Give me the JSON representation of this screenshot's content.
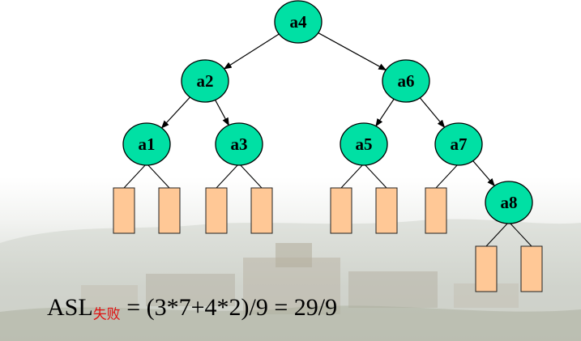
{
  "colors": {
    "node_fill": "#00e0a4",
    "node_stroke": "#000000",
    "leaf_fill": "#ffc896",
    "leaf_stroke": "#222222",
    "edge": "#000000",
    "subscript": "#e01010"
  },
  "tree": {
    "nodes": [
      {
        "id": "a4",
        "label": "a4"
      },
      {
        "id": "a2",
        "label": "a2"
      },
      {
        "id": "a6",
        "label": "a6"
      },
      {
        "id": "a1",
        "label": "a1"
      },
      {
        "id": "a3",
        "label": "a3"
      },
      {
        "id": "a5",
        "label": "a5"
      },
      {
        "id": "a7",
        "label": "a7"
      },
      {
        "id": "a8",
        "label": "a8"
      }
    ],
    "edges": [
      {
        "from": "a4",
        "to": "a2"
      },
      {
        "from": "a4",
        "to": "a6"
      },
      {
        "from": "a2",
        "to": "a1"
      },
      {
        "from": "a2",
        "to": "a3"
      },
      {
        "from": "a6",
        "to": "a5"
      },
      {
        "from": "a6",
        "to": "a7"
      },
      {
        "from": "a7",
        "to": "a8"
      }
    ],
    "failure_leaves": [
      {
        "parent": "a1",
        "side": "left"
      },
      {
        "parent": "a1",
        "side": "right"
      },
      {
        "parent": "a3",
        "side": "left"
      },
      {
        "parent": "a3",
        "side": "right"
      },
      {
        "parent": "a5",
        "side": "left"
      },
      {
        "parent": "a5",
        "side": "right"
      },
      {
        "parent": "a7",
        "side": "left"
      },
      {
        "parent": "a8",
        "side": "left"
      },
      {
        "parent": "a8",
        "side": "right"
      }
    ]
  },
  "formula": {
    "main": "ASL",
    "subscript": "失败",
    "expression": " = (3*7+4*2)/9 = 29/9"
  }
}
